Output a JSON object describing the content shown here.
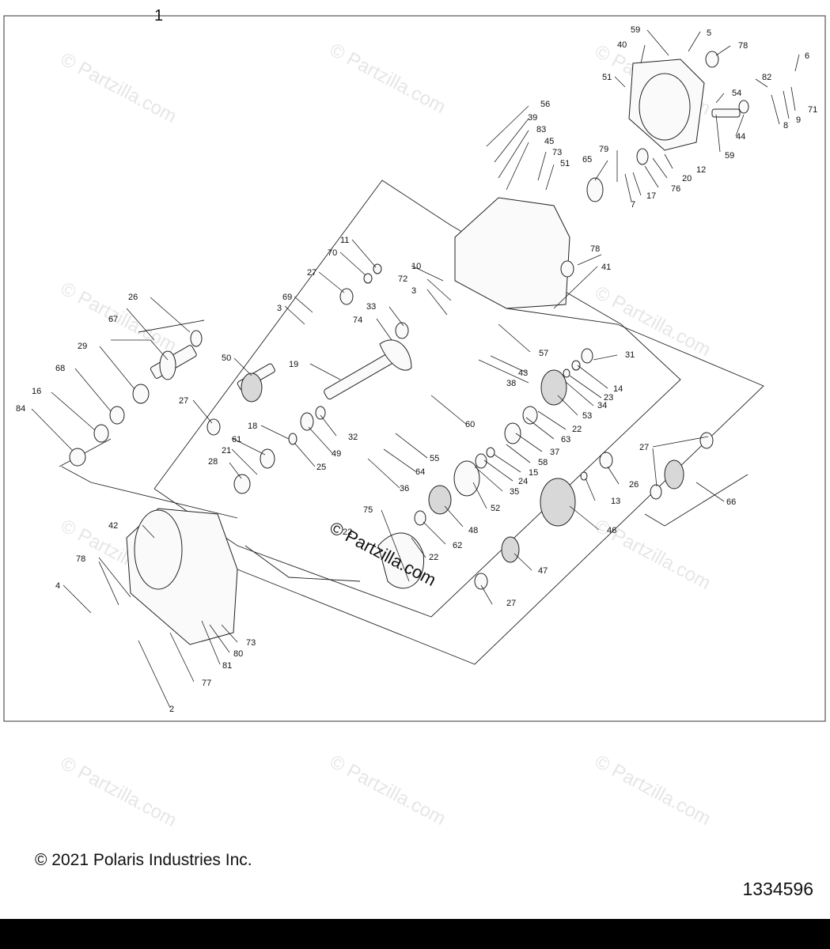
{
  "diagram": {
    "top_label": "1",
    "watermark_text": "© Partzilla.com",
    "inline_watermark": "© Partzilla.com",
    "callouts": [
      "2",
      "3",
      "3",
      "4",
      "5",
      "6",
      "7",
      "8",
      "9",
      "10",
      "11",
      "12",
      "13",
      "14",
      "15",
      "16",
      "17",
      "18",
      "19",
      "20",
      "21",
      "22",
      "22",
      "22",
      "23",
      "24",
      "25",
      "26",
      "26",
      "27",
      "27",
      "27",
      "27",
      "27",
      "28",
      "29",
      "31",
      "32",
      "33",
      "34",
      "35",
      "36",
      "37",
      "38",
      "39",
      "40",
      "41",
      "42",
      "43",
      "44",
      "45",
      "46",
      "47",
      "48",
      "49",
      "50",
      "51",
      "51",
      "52",
      "53",
      "54",
      "55",
      "56",
      "57",
      "58",
      "59",
      "59",
      "60",
      "61",
      "62",
      "63",
      "64",
      "65",
      "66",
      "67",
      "68",
      "69",
      "70",
      "71",
      "72",
      "73",
      "73",
      "74",
      "75",
      "76",
      "77",
      "78",
      "78",
      "78",
      "79",
      "80",
      "81",
      "82",
      "83",
      "84"
    ]
  },
  "footer": {
    "copyright": "© 2021 Polaris Industries Inc.",
    "part_number": "1334596"
  }
}
